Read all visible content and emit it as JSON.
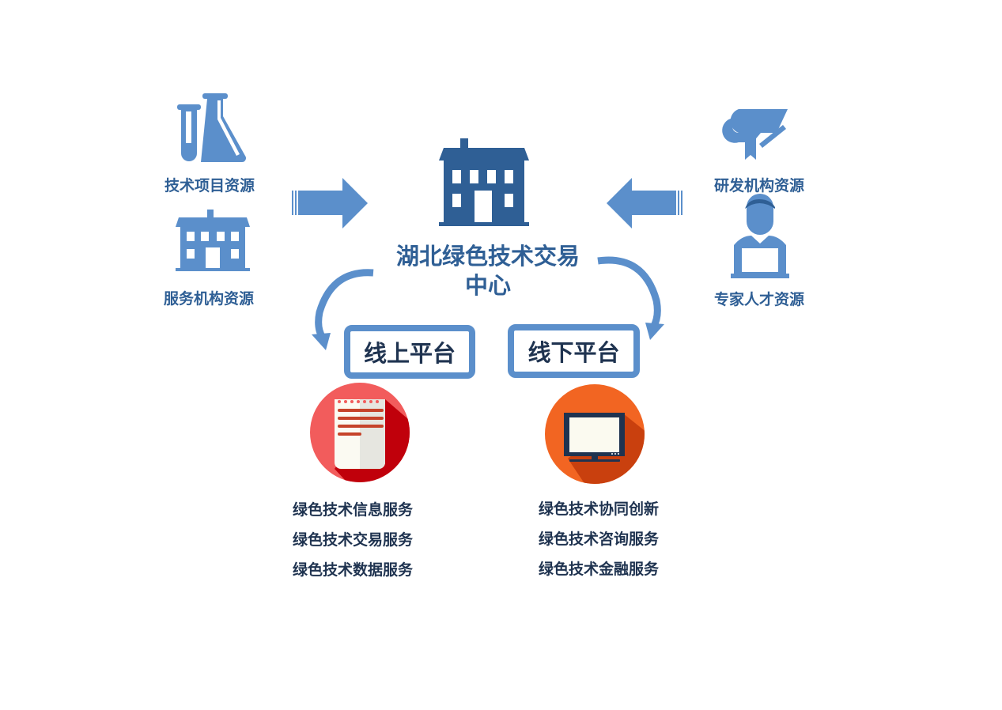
{
  "center": {
    "title_line1": "湖北绿色技术交易",
    "title_line2": "中心"
  },
  "left_resources": [
    {
      "label": "技术项目资源",
      "icon": "lab-flask-icon"
    },
    {
      "label": "服务机构资源",
      "icon": "building-icon"
    }
  ],
  "right_resources": [
    {
      "label": "研发机构资源",
      "icon": "graduation-cap-icon"
    },
    {
      "label": "专家人才资源",
      "icon": "expert-person-icon"
    }
  ],
  "platforms": [
    {
      "label": "线上平台",
      "icon": "notepad-icon",
      "color": "#f25c5c",
      "services": [
        "绿色技术信息服务",
        "绿色技术交易服务",
        "绿色技术数据服务"
      ]
    },
    {
      "label": "线下平台",
      "icon": "monitor-icon",
      "color": "#f26522",
      "services": [
        "绿色技术协同创新",
        "绿色技术咨询服务",
        "绿色技术金融服务"
      ]
    }
  ],
  "colors": {
    "light_blue": "#5b8fcb",
    "dark_blue": "#2f5f95",
    "text_dark": "#1f3350"
  }
}
